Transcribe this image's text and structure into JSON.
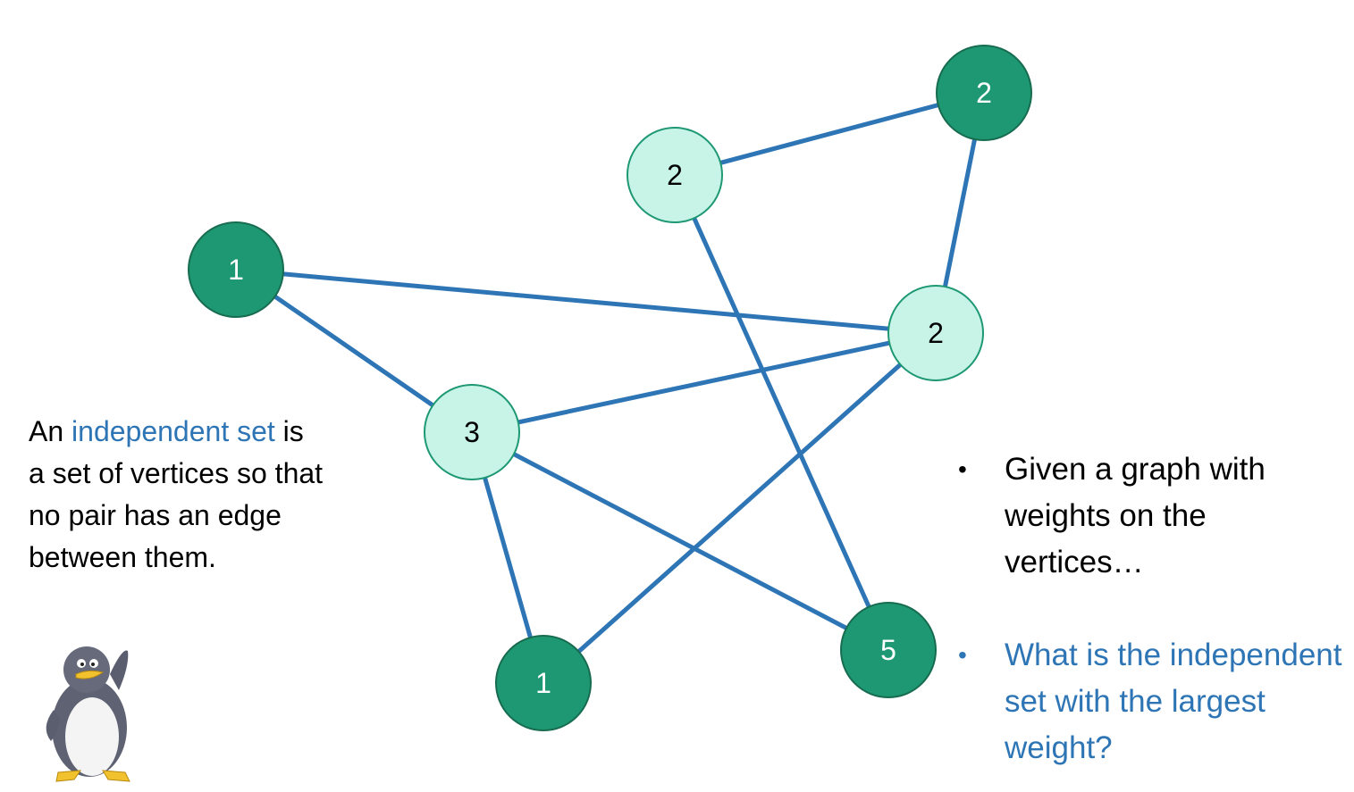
{
  "graph": {
    "nodes": [
      {
        "id": "a",
        "weight": "2",
        "style": "dark"
      },
      {
        "id": "b",
        "weight": "2",
        "style": "light"
      },
      {
        "id": "c",
        "weight": "1",
        "style": "dark"
      },
      {
        "id": "d",
        "weight": "2",
        "style": "light"
      },
      {
        "id": "e",
        "weight": "3",
        "style": "light"
      },
      {
        "id": "f",
        "weight": "5",
        "style": "dark"
      },
      {
        "id": "g",
        "weight": "1",
        "style": "dark"
      }
    ],
    "edges": [
      [
        "a",
        "b"
      ],
      [
        "a",
        "d"
      ],
      [
        "b",
        "f"
      ],
      [
        "c",
        "d"
      ],
      [
        "c",
        "e"
      ],
      [
        "e",
        "d"
      ],
      [
        "e",
        "g"
      ],
      [
        "e",
        "f"
      ],
      [
        "d",
        "g"
      ]
    ],
    "colors": {
      "edge": "#2E75B6",
      "dark_fill": "#1E9873",
      "light_fill": "#C8F4E8"
    }
  },
  "definition": {
    "prefix": "An ",
    "highlight": "independent set",
    "rest": " is a set of vertices so that no pair has an edge between them."
  },
  "bullets": {
    "q1": "Given a graph with weights on the vertices…",
    "q2": "What is the independent set with the largest weight?"
  },
  "penguin_icon": "penguin-mascot"
}
